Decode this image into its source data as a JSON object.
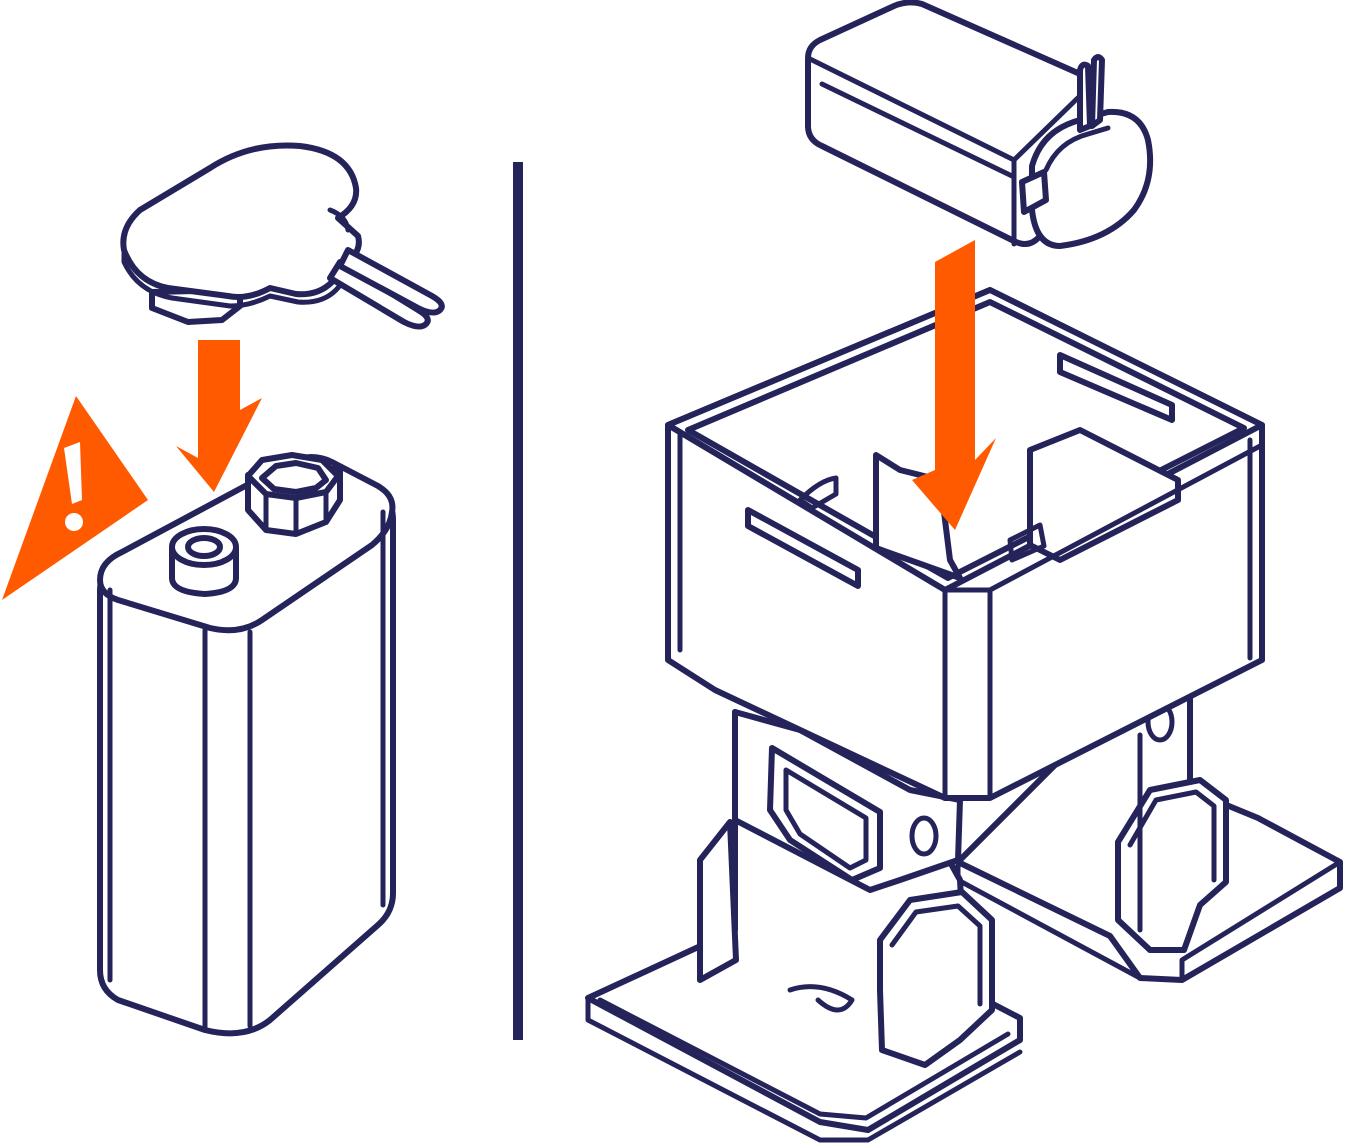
{
  "colors": {
    "line": "#25245a",
    "accent": "#ff5a00",
    "background": "#ffffff"
  },
  "panels": [
    {
      "id": "left",
      "step": "snap-battery-connector-onto-9v-battery",
      "parts": [
        "battery-clip-icon",
        "down-arrow-icon",
        "warning-triangle-icon",
        "nine-volt-battery-icon"
      ]
    },
    {
      "id": "right",
      "step": "insert-battery-into-robot-body",
      "parts": [
        "battery-with-clip-icon",
        "down-arrow-icon",
        "robot-body-box-icon",
        "robot-legs-icon"
      ]
    }
  ],
  "warning_icon": "exclamation-triangle-icon"
}
